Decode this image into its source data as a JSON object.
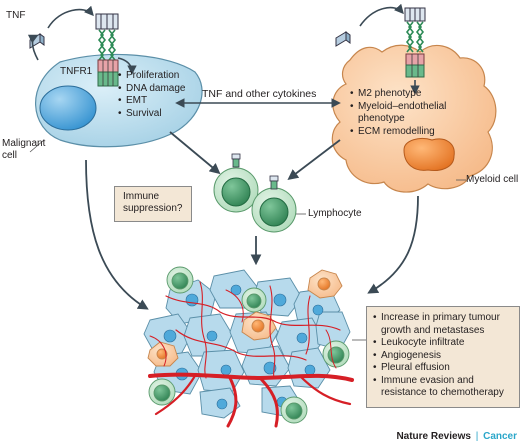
{
  "labels": {
    "tnf_top": "TNF",
    "tnfr1": "TNFR1",
    "malignant_cell": "Malignant\ncell",
    "tnf_cytokines": "TNF and other cytokines",
    "myeloid_cell": "Myeloid cell",
    "lymphocyte": "Lymphocyte",
    "immune_suppression": "Immune\nsuppression?"
  },
  "malignant_effects": [
    "Proliferation",
    "DNA damage",
    "EMT",
    "Survival"
  ],
  "myeloid_effects": [
    "M2 phenotype",
    "Myeloid–endothelial\nphenotype",
    "ECM remodelling"
  ],
  "tumour_outcomes": [
    "Increase in primary tumour\ngrowth and metastases",
    "Leukocyte infiltrate",
    "Angiogenesis",
    "Pleural effusion",
    "Immune evasion and\nresistance to chemotherapy"
  ],
  "footer": {
    "brand": "Nature Reviews",
    "separator": "|",
    "journal": "Cancer"
  },
  "colors": {
    "malignant_cell": "#b9dcec",
    "malignant_nucleus": "#4fa9da",
    "myeloid_cell": "#f8c79b",
    "myeloid_nucleus": "#ef8a3b",
    "lymphocyte_outer": "#cde9d3",
    "lymphocyte_inner": "#3f9d67",
    "vessels": "#d61f26",
    "box_fill": "#f3e7d6",
    "accent": "#2aa6c9"
  }
}
